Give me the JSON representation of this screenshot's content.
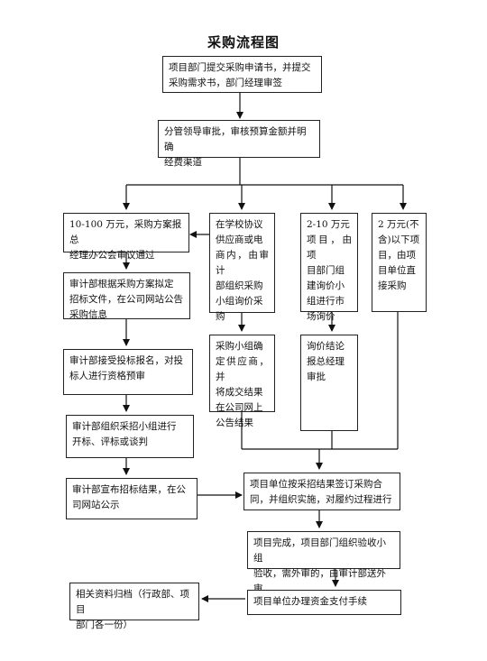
{
  "title": "采购流程图",
  "steps": {
    "s1": "项目部门提交采购申请书，并提交\n采购需求书，部门经理审签",
    "s2": "分管领导审批，审核预算金额并明确\n经费渠道",
    "b1": "10-100 万元，采购方案报总\n经理办公会审议通过",
    "b2": "在学校协议\n供应商或电\n商内，由审计\n部组织采购\n小组询价采\n购",
    "b3": "2-10 万元\n项目，由项\n目部门组\n建询价小\n组进行市\n场询价",
    "b4": "2 万元(不\n含)以下项\n目，由项\n目单位直\n接采购",
    "l2": "审计部根据采购方案拟定\n招标文件，在公司网站公告\n采购信息",
    "l3": "审计部接受投标报名，对投\n标人进行资格预审",
    "l4": "审计部组织采招小组进行\n开标、评标或谈判",
    "l5": "审计部宣布招标结果，在公\n司网站公示",
    "m2": "采购小组确\n定供应商，并\n将成交结果\n在公司网上\n公告结果",
    "c2": "询价结论\n报总经理\n审批",
    "r1": "项目单位按采招结果签订采购合\n同，并组织实施，对履约过程进行",
    "r2": "项目完成，项目部门组织验收小组\n验收，需外审的，由审计部送外审",
    "r3": "项目单位办理资金支付手续",
    "archive": "相关资料归档（行政部、项目\n部门各一份）"
  }
}
